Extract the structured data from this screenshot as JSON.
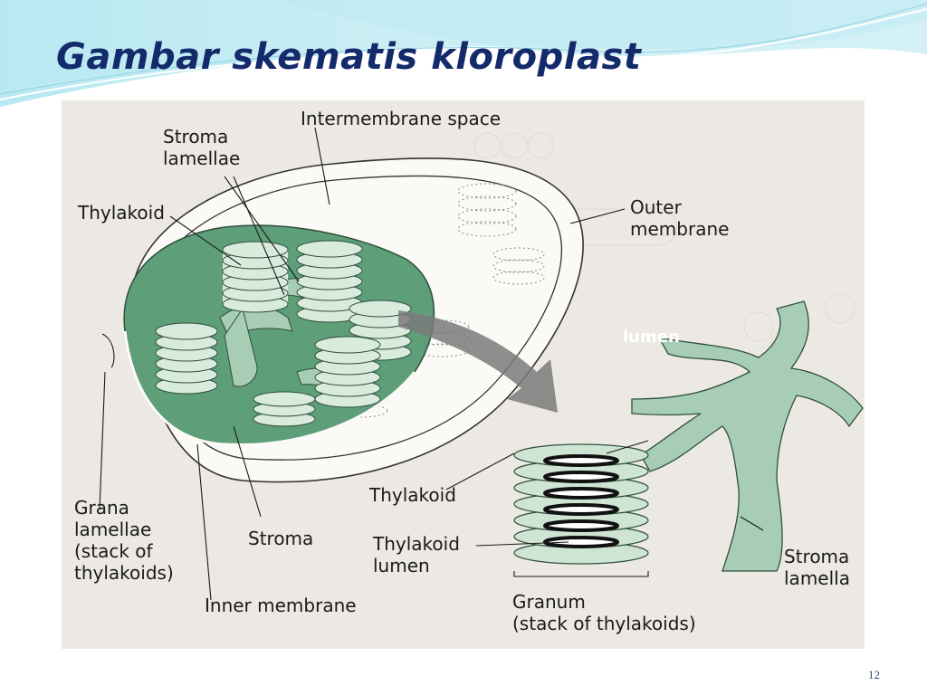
{
  "slide": {
    "title": "Gambar skematis kloroplast",
    "page_number": "12"
  },
  "diagram": {
    "labels": {
      "intermembrane_space": "Intermembrane space",
      "stroma_lamellae": "Stroma\nlamellae",
      "thylakoid_left": "Thylakoid",
      "outer_membrane": "Outer\nmembrane",
      "grana_lamellae": "Grana\nlamellae\n(stack of\nthylakoids)",
      "stroma": "Stroma",
      "inner_membrane": "Inner membrane",
      "thylakoid_right": "Thylakoid",
      "thylakoid_lumen": "Thylakoid\nlumen",
      "granum": "Granum\n(stack of thylakoids)",
      "stroma_lamella": "Stroma\nlamella",
      "lumen": "lumen"
    },
    "colors": {
      "stroma_green": "#5e9e79",
      "granum_light": "#cfe5d4",
      "lamella_green": "#a7cdb4",
      "panel_bg": "#ece9e4",
      "title_blue": "#132a6b"
    }
  }
}
